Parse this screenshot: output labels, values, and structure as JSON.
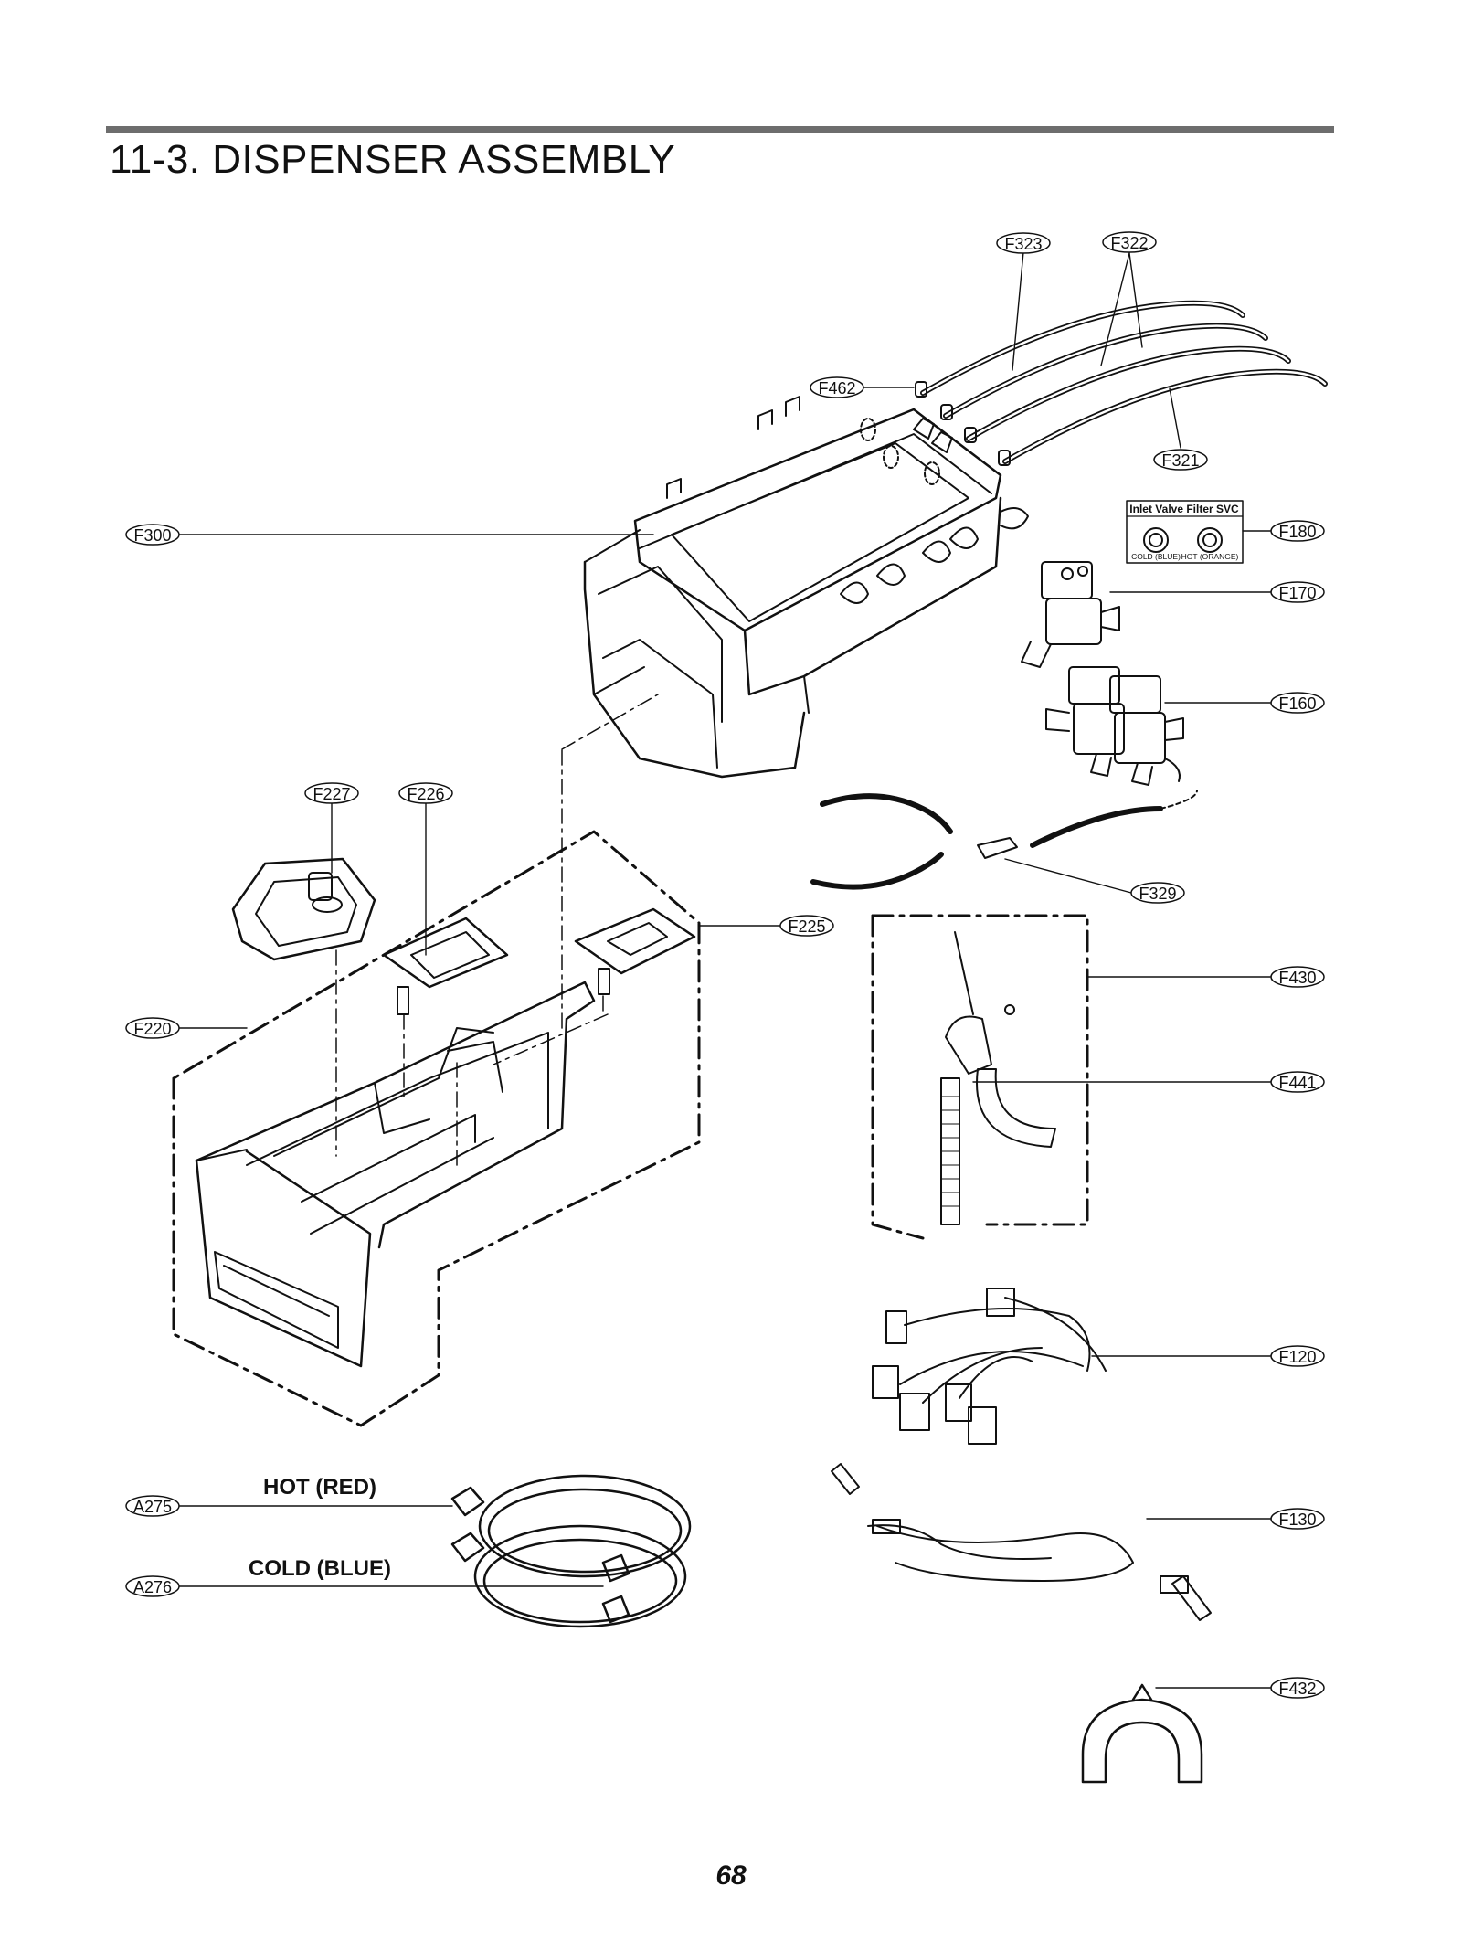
{
  "header": {
    "title": "11-3.  DISPENSER ASSEMBLY"
  },
  "footer": {
    "page_number": "68"
  },
  "callouts": {
    "F323": "F323",
    "F322": "F322",
    "F462": "F462",
    "F321": "F321",
    "F300": "F300",
    "F180": "F180",
    "F170": "F170",
    "F160": "F160",
    "F227": "F227",
    "F226": "F226",
    "F225": "F225",
    "F329": "F329",
    "F220": "F220",
    "F430": "F430",
    "F441": "F441",
    "F120": "F120",
    "F130": "F130",
    "F432": "F432",
    "A275": "A275",
    "A276": "A276"
  },
  "hose_labels": {
    "hot": "HOT (RED)",
    "cold": "COLD (BLUE)"
  },
  "filter_box": {
    "title": "Inlet Valve Filter SVC",
    "cold_label": "COLD (BLUE)",
    "hot_label": "HOT (ORANGE)"
  }
}
